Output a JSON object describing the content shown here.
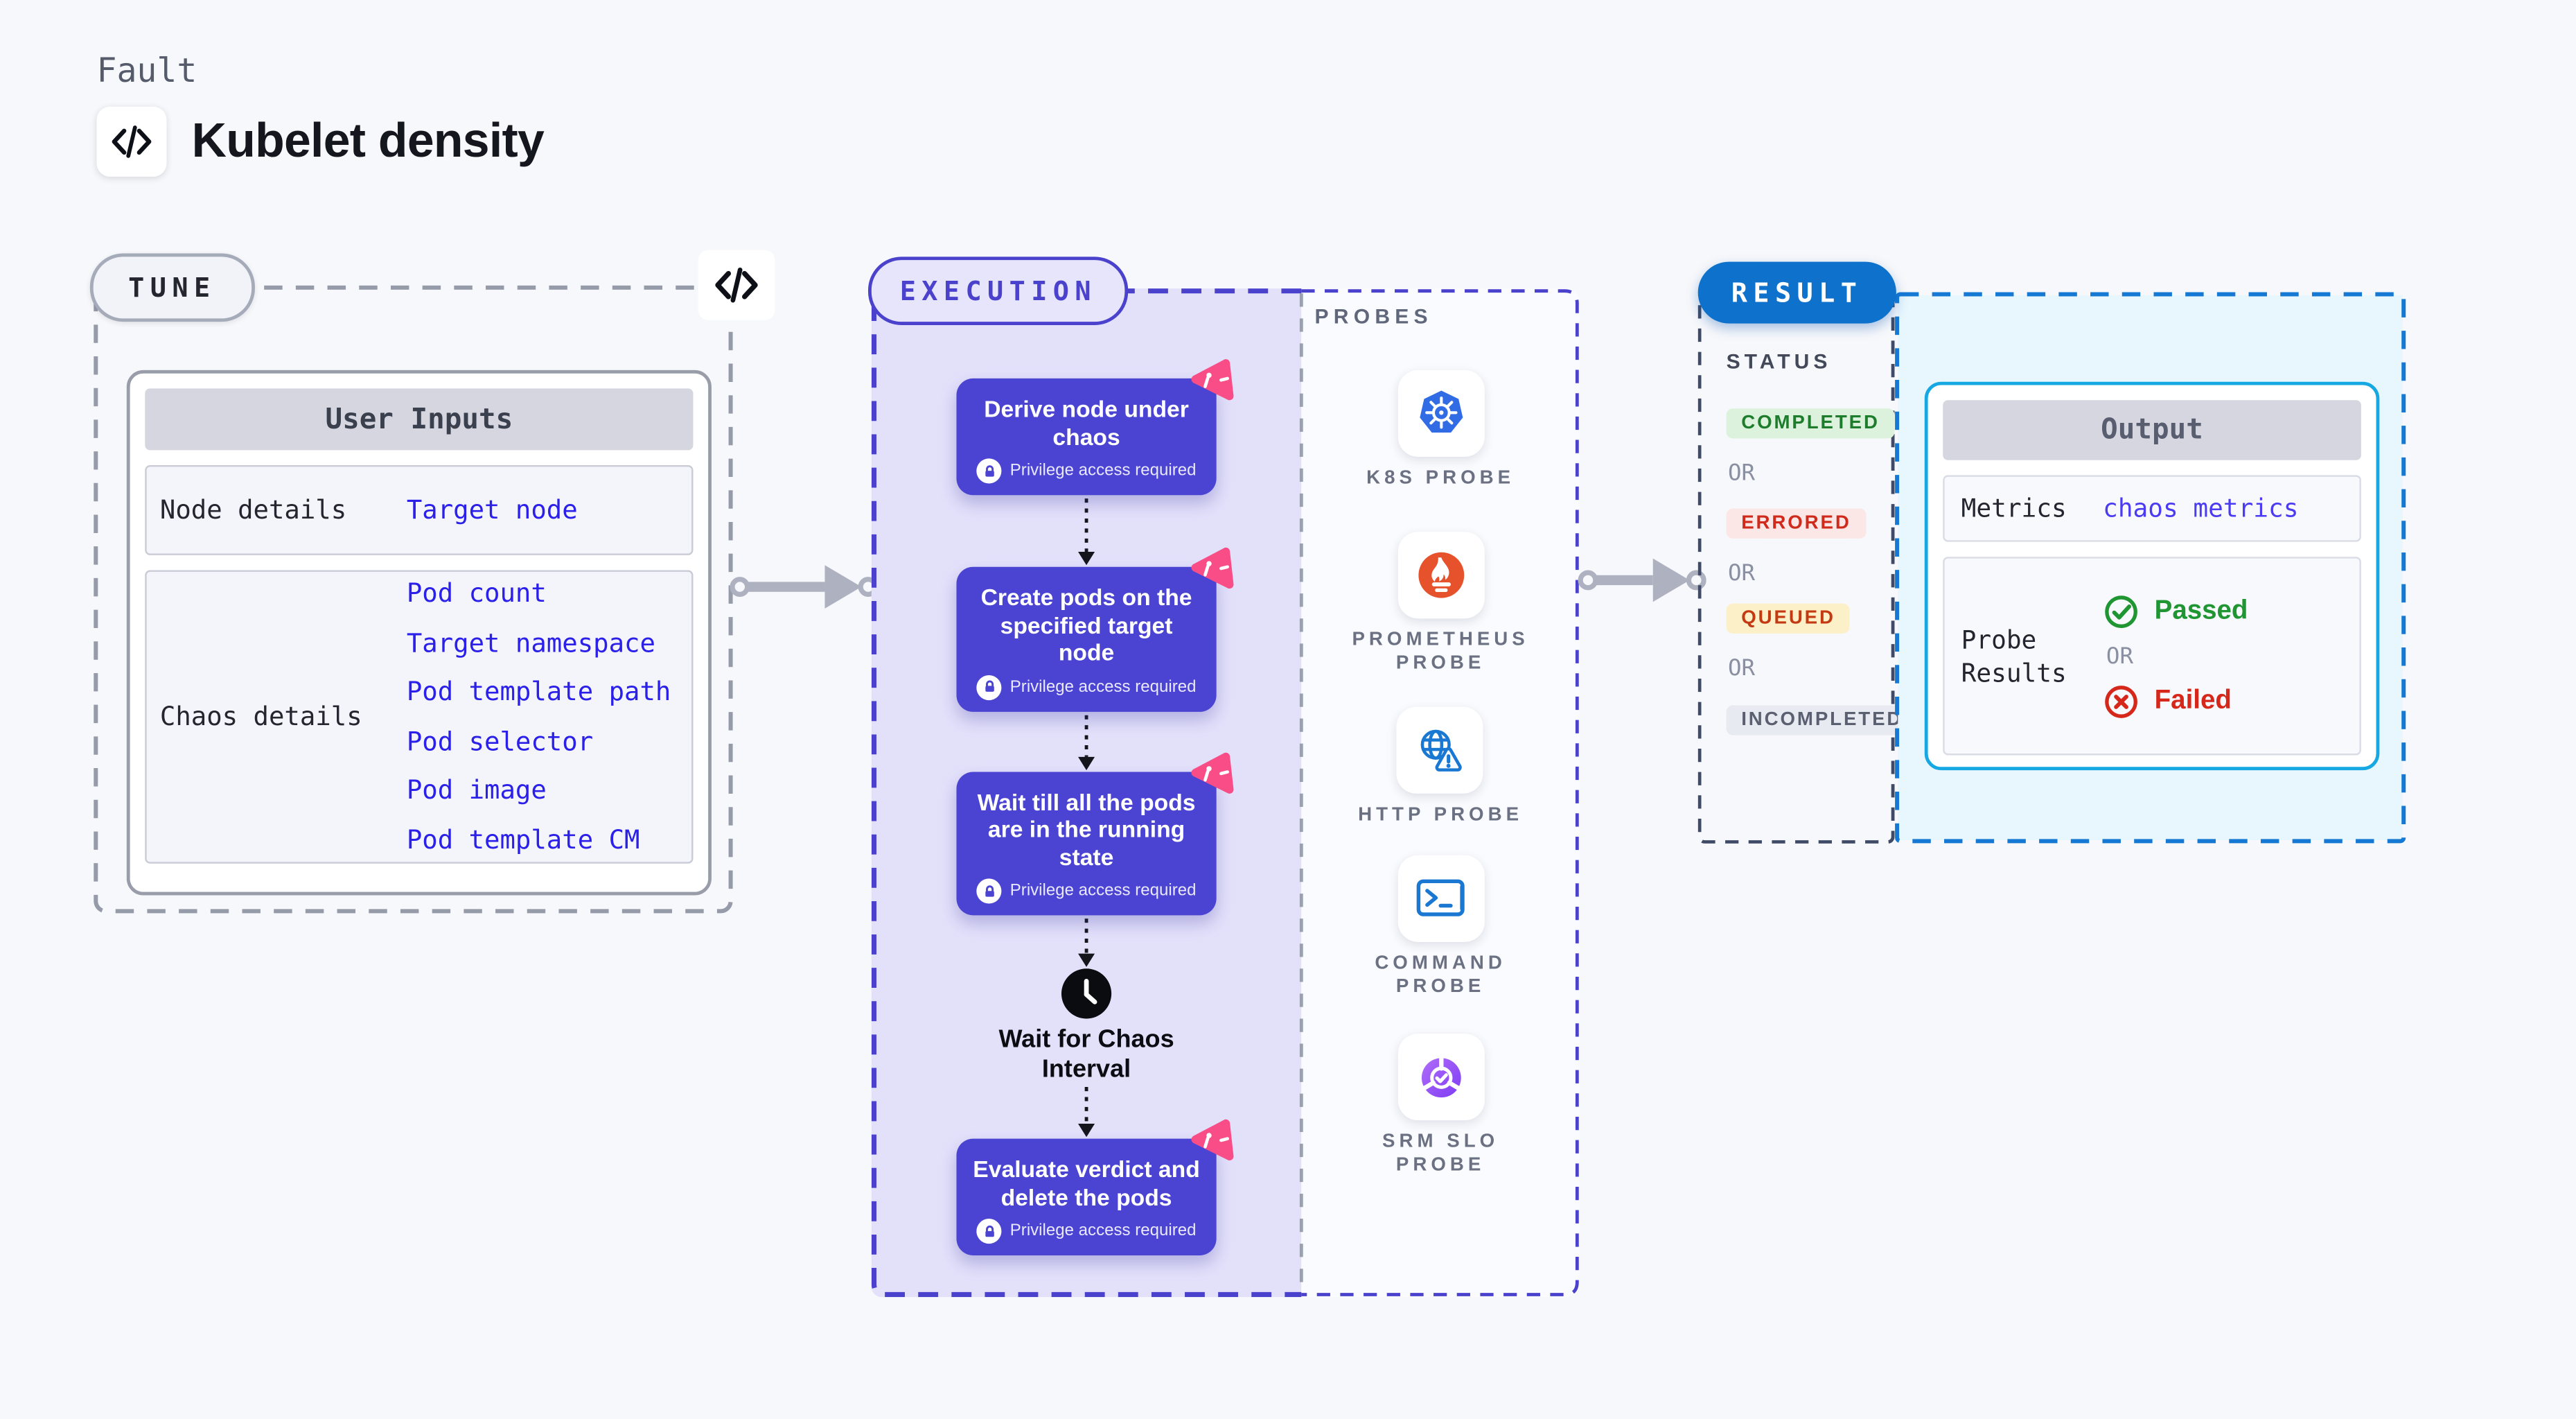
{
  "header": {
    "kind": "Fault",
    "title": "Kubelet density"
  },
  "tune": {
    "tag": "TUNE",
    "user_inputs": {
      "title": "User Inputs",
      "rows": [
        {
          "label": "Node details",
          "values": [
            "Target node"
          ]
        },
        {
          "label": "Chaos details",
          "values": [
            "Pod count",
            "Target namespace",
            "Pod template path",
            "Pod selector",
            "Pod image",
            "Pod template CM"
          ]
        }
      ]
    }
  },
  "execution": {
    "tag": "EXECUTION",
    "privilege_label": "Privilege access required",
    "steps": [
      "Derive node under chaos",
      "Create pods on the specified target node",
      "Wait till all the pods are in the running state",
      "Evaluate verdict and delete the pods"
    ],
    "wait_label": "Wait for Chaos Interval"
  },
  "probes": {
    "tag": "PROBES",
    "items": [
      {
        "label": "K8S PROBE",
        "icon": "kubernetes-icon"
      },
      {
        "label": "PROMETHEUS PROBE",
        "icon": "prometheus-icon"
      },
      {
        "label": "HTTP PROBE",
        "icon": "globe-warning-icon"
      },
      {
        "label": "COMMAND PROBE",
        "icon": "terminal-icon"
      },
      {
        "label": "SRM SLO PROBE",
        "icon": "slo-donut-icon"
      }
    ]
  },
  "result": {
    "tag": "RESULT",
    "status": {
      "heading": "STATUS",
      "or": "OR",
      "badges": [
        {
          "label": "COMPLETED",
          "fg": "#1d7d2c",
          "bg": "#dcf2dc"
        },
        {
          "label": "ERRORED",
          "fg": "#d02a1b",
          "bg": "#fbe7e6"
        },
        {
          "label": "QUEUED",
          "fg": "#c33a12",
          "bg": "#fcf0c8"
        },
        {
          "label": "INCOMPLETED",
          "fg": "#5b6071",
          "bg": "#e8eaf2"
        }
      ]
    },
    "output": {
      "title": "Output",
      "rows": {
        "metrics": {
          "label": "Metrics",
          "value": "chaos metrics"
        },
        "probe_results": {
          "label": "Probe Results",
          "passed": "Passed",
          "or": "OR",
          "failed": "Failed"
        }
      }
    }
  },
  "colors": {
    "page_bg": "#f7f8fb",
    "accent_indigo": "#4a42cc",
    "step_card": "#4b44d3",
    "execution_bg": "#e3e1fa",
    "link_blue": "#2b20e9",
    "chaos_metrics_blue": "#4b3bf2",
    "litmus_pink": "#f84d86",
    "result_blue": "#0e72cc",
    "output_border_cyan": "#15a8e2",
    "output_zone_bg": "#e8f6fd",
    "passed_green": "#1f9632",
    "failed_red": "#d6281a",
    "kubernetes_blue": "#326ce5",
    "prometheus_orange": "#e6522c",
    "gray_border": "#989da9"
  }
}
